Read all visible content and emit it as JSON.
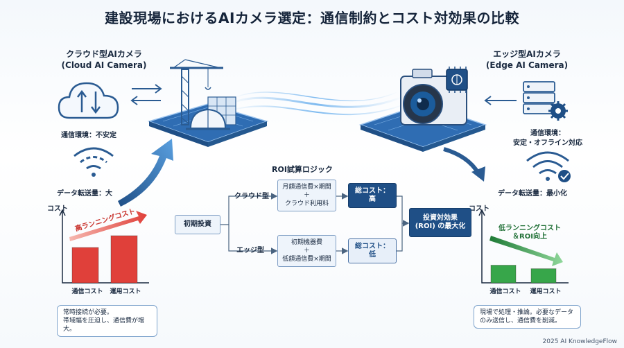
{
  "title": "建設現場におけるAIカメラ選定：通信制約とコスト対効果の比較",
  "cloud": {
    "heading_line1": "クラウド型AIカメラ",
    "heading_line2": "(Cloud AI Camera)",
    "network_label": "通信環境：不安定",
    "transfer_label": "データ転送量：大",
    "cost_axis": "コスト",
    "trend_label": "高ランニングコスト",
    "bar_labels": [
      "通信コスト",
      "運用コスト"
    ],
    "note_line1": "常時接続が必要。",
    "note_line2": "帯域幅を圧迫し、通信費が増大。"
  },
  "edge": {
    "heading_line1": "エッジ型AIカメラ",
    "heading_line2": "(Edge AI Camera)",
    "network_label_line1": "通信環境：",
    "network_label_line2": "安定・オフライン対応",
    "transfer_label": "データ転送量：最小化",
    "cost_axis": "コスト",
    "trend_label_line1": "低ランニングコスト",
    "trend_label_line2": "＆ROI向上",
    "bar_labels": [
      "通信コスト",
      "運用コスト"
    ],
    "note_line1": "現場で処理・推論。必要なデータ",
    "note_line2": "のみ送信し、通信費を削減。"
  },
  "roi": {
    "heading": "ROI試算ロジック",
    "initial": "初期投資",
    "branch_cloud": "クラウド型",
    "branch_edge": "エッジ型",
    "cloud_formula_line1": "月額通信費×期間",
    "cloud_formula_plus": "＋",
    "cloud_formula_line2": "クラウド利用料",
    "edge_formula_line1": "初期機器費",
    "edge_formula_plus": "＋",
    "edge_formula_line2": "低額通信費×期間",
    "cloud_total_line1": "総コスト：",
    "cloud_total_line2": "高",
    "edge_total_line1": "総コスト：",
    "edge_total_line2": "低",
    "result_line1": "投資対効果",
    "result_line2": "(ROI) の最大化"
  },
  "credit": "2025 AI KnowledgeFlow",
  "colors": {
    "navy": "#1f4f86",
    "accent_blue": "#3d7fc4",
    "cost_red": "#e0403a",
    "cost_green": "#37a64a",
    "platform": "#2f6db3"
  },
  "chart_data": [
    {
      "type": "bar",
      "categories": [
        "通信コスト",
        "運用コスト"
      ],
      "values": [
        3,
        4
      ],
      "ylabel": "コスト",
      "ylim": [
        0,
        5
      ],
      "color": "#e0403a"
    },
    {
      "type": "bar",
      "categories": [
        "通信コスト",
        "運用コスト"
      ],
      "values": [
        1.5,
        1.2
      ],
      "ylabel": "コスト",
      "ylim": [
        0,
        5
      ],
      "color": "#37a64a"
    }
  ]
}
